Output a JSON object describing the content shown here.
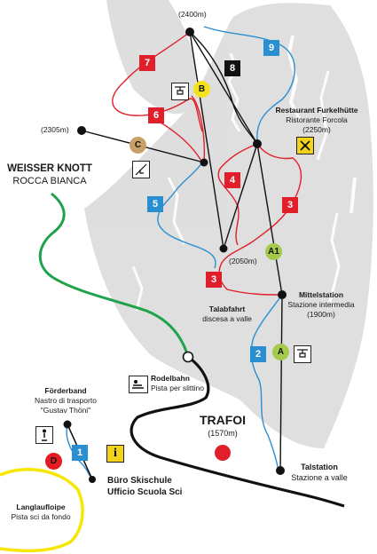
{
  "places": {
    "weisser_knott": "WEISSER KNOTT",
    "rocca_bianca": "ROCCA BIANCA",
    "trafoi": "TRAFOI",
    "trafoi_alt": "(1570m)",
    "alt_2400": "(2400m)",
    "alt_2305": "(2305m)",
    "alt_2050": "(2050m)",
    "restaurant_de": "Restaurant Furkelhütte",
    "restaurant_it": "Ristorante Forcola",
    "restaurant_alt": "(2250m)",
    "mittel_de": "Mittelstation",
    "mittel_it": "Stazione intermedia",
    "mittel_alt": "(1900m)",
    "talab_de": "Talabfahrt",
    "talab_it": "discesa a valle",
    "rodel_de": "Rodelbahn",
    "rodel_it": "Pista per slittino",
    "foerder_de": "Förderband",
    "foerder_it": "Nastro di trasporto",
    "foerder_name": "\"Gustav Thöni\"",
    "skischule_de": "Büro Skischule",
    "skischule_it": "Ufficio Scuola Sci",
    "lang_de": "Langlaufloipe",
    "lang_it": "Pista sci da fondo",
    "tal_de": "Talstation",
    "tal_it": "Stazione a valle"
  },
  "piste_markers": {
    "p1": "1",
    "p2": "2",
    "p3a": "3",
    "p3b": "3",
    "p4": "4",
    "p5": "5",
    "p6": "6",
    "p7": "7",
    "p8": "8",
    "p9": "9"
  },
  "lift_markers": {
    "A": "A",
    "A1": "A1",
    "B": "B",
    "C": "C",
    "D": "D"
  },
  "icons": {
    "chairlift": "chairlift-icon",
    "restaurant": "restaurant-icon",
    "sled": "sled-icon",
    "info": "info-icon",
    "conveyor": "conveyor-person-icon"
  },
  "colors": {
    "red_piste": "#e01f2a",
    "blue_piste": "#2a8fd1",
    "black_piste": "#111111",
    "lift_line": "#111111",
    "green_trail": "#1ea24a",
    "yellow_trail": "#f7e600",
    "lift_A": "#a4c94b",
    "lift_B": "#f4e21c",
    "lift_C": "#c8a168",
    "lift_D": "#e31b23",
    "restaurant_badge": "#f1d31c",
    "mountain": "#dcdcdc"
  }
}
